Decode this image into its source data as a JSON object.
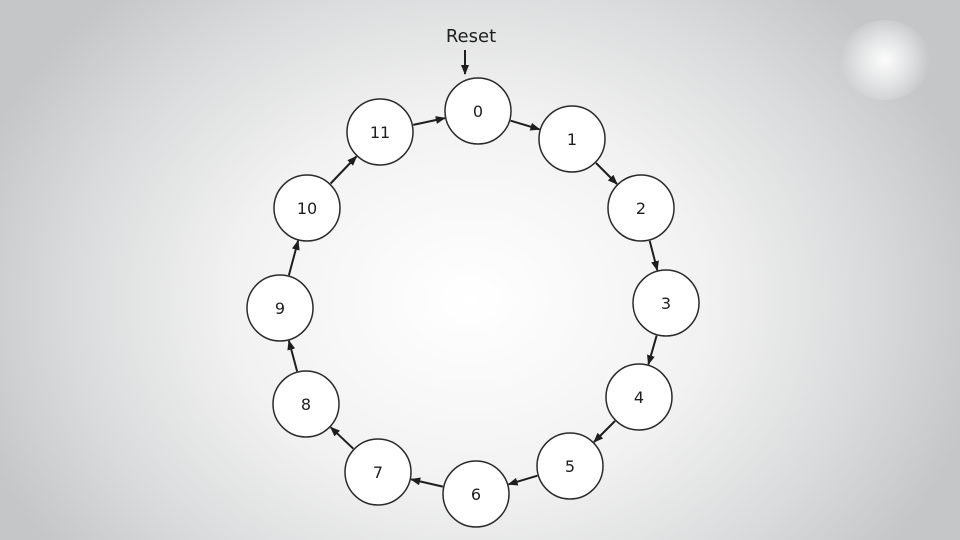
{
  "diagram": {
    "reset_label": "Reset",
    "initial_state": "0",
    "states": [
      "0",
      "1",
      "2",
      "3",
      "4",
      "5",
      "6",
      "7",
      "8",
      "9",
      "10",
      "11"
    ],
    "transitions": [
      {
        "from": "0",
        "to": "1"
      },
      {
        "from": "1",
        "to": "2"
      },
      {
        "from": "2",
        "to": "3"
      },
      {
        "from": "3",
        "to": "4"
      },
      {
        "from": "4",
        "to": "5"
      },
      {
        "from": "5",
        "to": "6"
      },
      {
        "from": "6",
        "to": "7"
      },
      {
        "from": "7",
        "to": "8"
      },
      {
        "from": "8",
        "to": "9"
      },
      {
        "from": "9",
        "to": "10"
      },
      {
        "from": "10",
        "to": "11"
      },
      {
        "from": "11",
        "to": "0"
      }
    ],
    "colors": {
      "stroke": "#1e1e1e",
      "node_fill": "#ffffff"
    }
  }
}
